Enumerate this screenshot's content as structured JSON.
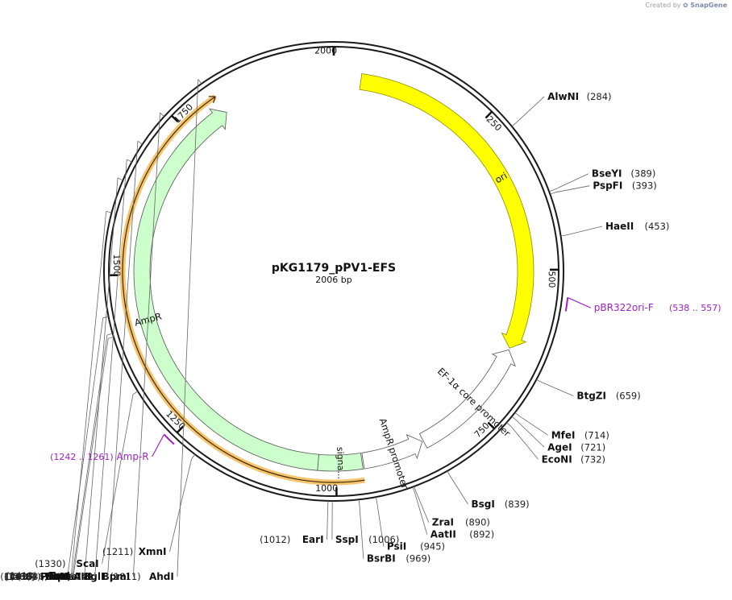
{
  "credit": {
    "prefix": "Created by",
    "brand": "SnapGene"
  },
  "plasmid": {
    "name": "pKG1179_pPV1-EFS",
    "size_label": "2006 bp",
    "length": 2006
  },
  "ticks": [
    {
      "pos": 1,
      "label": "2000"
    },
    {
      "pos": 250,
      "label": "250"
    },
    {
      "pos": 500,
      "label": "500"
    },
    {
      "pos": 750,
      "label": "750"
    },
    {
      "pos": 1000,
      "label": "1000"
    },
    {
      "pos": 1250,
      "label": "1250"
    },
    {
      "pos": 1500,
      "label": "1500"
    },
    {
      "pos": 1750,
      "label": "1750"
    }
  ],
  "features": [
    {
      "name": "ori",
      "start": 46,
      "end": 634,
      "color": "#ffff00",
      "stroke": "#8a8a00",
      "strand": 1
    },
    {
      "name": "EF-1α core promoter",
      "start": 637,
      "end": 849,
      "color": "#ffffff",
      "stroke": "#555555",
      "strand": -1
    },
    {
      "name": "AmpR promoter",
      "start": 851,
      "end": 955,
      "color": "#ffffff",
      "stroke": "#555555",
      "strand": -1
    },
    {
      "name": "signa...",
      "start": 957,
      "end": 1030,
      "color": "#ccffcc",
      "stroke": "#555555",
      "strand": 0
    },
    {
      "name": "AmpR",
      "start": 1030,
      "end": 1818,
      "color": "#ccffcc",
      "stroke": "#555555",
      "strand": 1
    }
  ],
  "orf": {
    "start": 957,
    "end": 1817,
    "color": "#f5b54a"
  },
  "sites": [
    {
      "name": "AhdI",
      "pos": "(1811)"
    },
    {
      "name": "BpmI",
      "pos": "(1742)"
    },
    {
      "name": "BglI",
      "pos": "(1693)"
    },
    {
      "name": "NmeAIII",
      "pos": "(1664)"
    },
    {
      "name": "AseI",
      "pos": "(1636)"
    },
    {
      "name": "FspI",
      "pos": "(1588)"
    },
    {
      "name": "PvuI",
      "pos": "(1442)"
    },
    {
      "name": "EaeI",
      "pos": "(1418)"
    },
    {
      "name": "TsoI",
      "pos": "(1413)"
    },
    {
      "name": "ScaI",
      "pos": "(1330)"
    },
    {
      "name": "XmnI",
      "pos": "(1211)"
    },
    {
      "name": "EarI",
      "pos": "(1012)"
    },
    {
      "name": "SspI",
      "pos": "(1006)"
    },
    {
      "name": "BsrBI",
      "pos": "(969)"
    },
    {
      "name": "PsiI",
      "pos": "(945)"
    },
    {
      "name": "AatII",
      "pos": "(892)"
    },
    {
      "name": "ZraI",
      "pos": "(890)"
    },
    {
      "name": "BsgI",
      "pos": "(839)"
    },
    {
      "name": "EcoNI",
      "pos": "(732)"
    },
    {
      "name": "AgeI",
      "pos": "(721)"
    },
    {
      "name": "MfeI",
      "pos": "(714)"
    },
    {
      "name": "BtgZI",
      "pos": "(659)"
    },
    {
      "name": "HaeII",
      "pos": "(453)"
    },
    {
      "name": "PspFI",
      "pos": "(393)"
    },
    {
      "name": "BseYI",
      "pos": "(389)"
    },
    {
      "name": "AlwNI",
      "pos": "(284)"
    }
  ],
  "primers": [
    {
      "name": "pBR322ori-F",
      "range": "(538 .. 557)",
      "start": 538,
      "end": 557,
      "strand": 1
    },
    {
      "name": "Amp-R",
      "range": "(1242 .. 1261)",
      "start": 1242,
      "end": 1261,
      "strand": -1
    }
  ],
  "colors": {
    "backbone": "#1a1a1a",
    "primer": "#a020c8",
    "site_line": "#666666"
  }
}
